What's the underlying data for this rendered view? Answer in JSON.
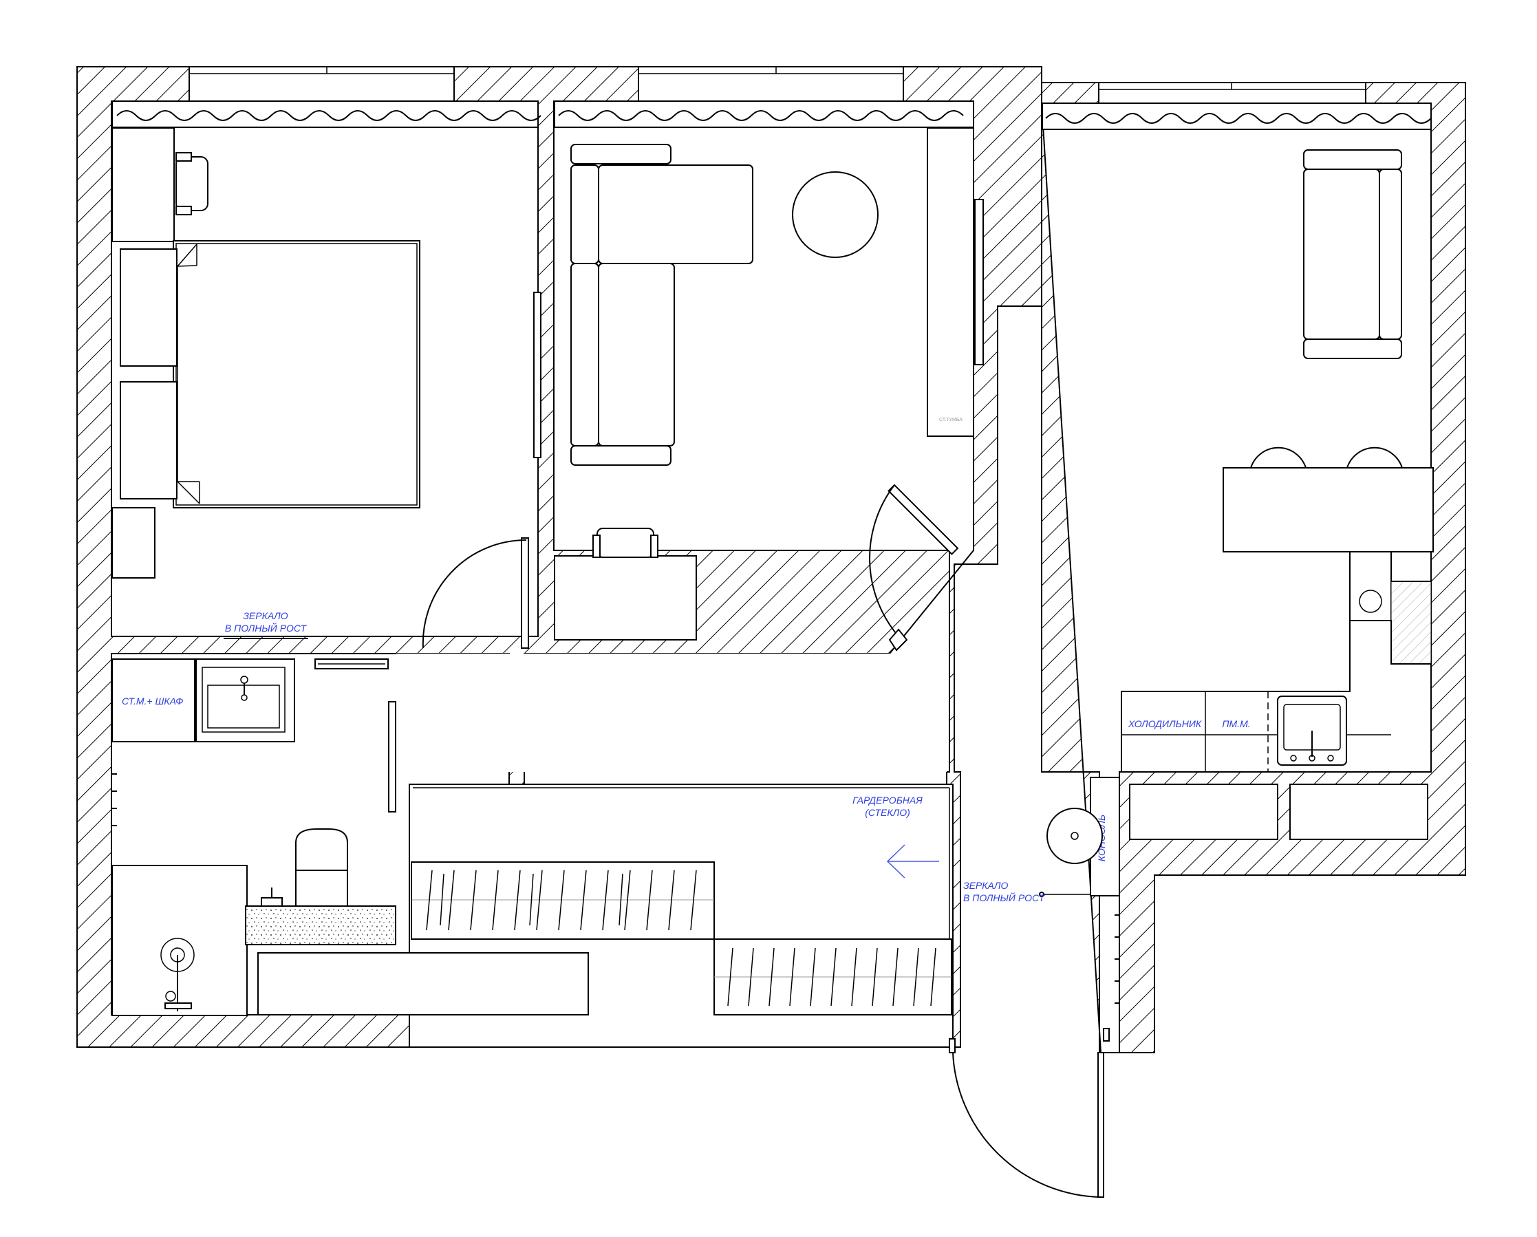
{
  "labels": {
    "mirror_bedroom_1": "ЗЕРКАЛО",
    "mirror_bedroom_2": "В ПОЛНЫЙ РОСТ",
    "bath_cabinet": "СТ.М.+ ШКАФ",
    "wardrobe_1": "ГАРДЕРОБНАЯ",
    "wardrobe_2": "(СТЕКЛО)",
    "console": "КОНСОЛЬ",
    "mirror_hall_1": "ЗЕРКАЛО",
    "mirror_hall_2": "В ПОЛНЫЙ РОСТ",
    "fridge": "ХОЛОДИЛЬНИК",
    "dishwasher": "ПМ.М.",
    "shelf_tag": "СТ.ТУМБА"
  },
  "colors": {
    "ink": "#000000",
    "annotation": "#2d3ee0",
    "background": "#ffffff"
  }
}
